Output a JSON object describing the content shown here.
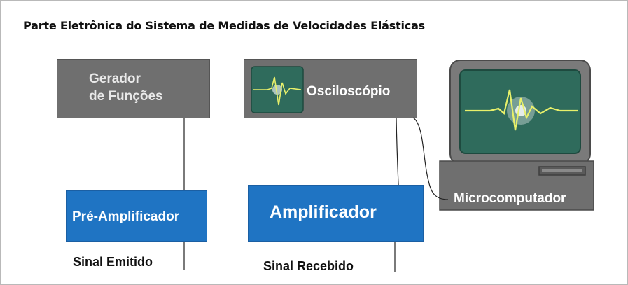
{
  "title": "Parte Eletrônica do Sistema de Medidas de Velocidades Elásticas",
  "blocks": {
    "gerador": {
      "line1": "Gerador",
      "line2": "de Funções"
    },
    "osciloscopio": {
      "label": "Osciloscópio"
    },
    "pre_amplificador": {
      "label": "Pré-Amplificador"
    },
    "amplificador": {
      "label": "Amplificador"
    },
    "microcomputador": {
      "label": "Microcomputador"
    }
  },
  "signals": {
    "emitido": "Sinal Emitido",
    "recebido": "Sinal Recebido"
  },
  "colors": {
    "device_gray": "#6f6f6f",
    "amplifier_blue": "#1f74c3",
    "screen_green": "#2f6b5c",
    "waveform": "#e8f06a"
  }
}
